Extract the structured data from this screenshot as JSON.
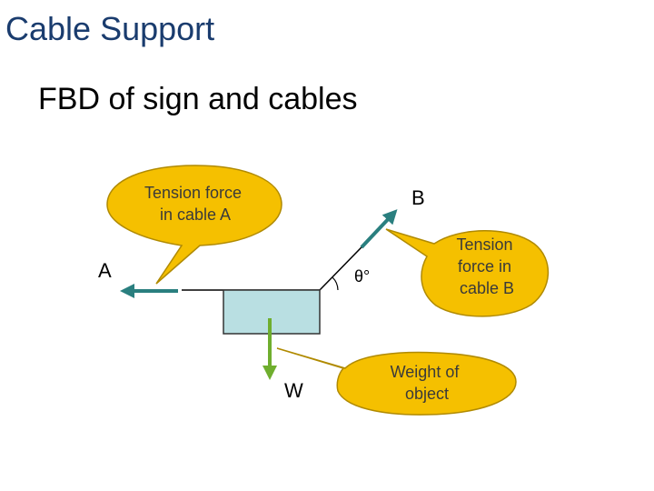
{
  "slide": {
    "title": "Cable Support",
    "subtitle": "FBD of sign and cables"
  },
  "labels": {
    "a": "A",
    "b": "B",
    "w": "W",
    "theta": "θ°"
  },
  "callouts": {
    "tension_a": [
      "Tension force",
      "in cable A"
    ],
    "tension_b": [
      "Tension",
      "force in",
      "cable B"
    ],
    "weight": [
      "Weight of",
      "object"
    ]
  },
  "colors": {
    "callout_fill": "#f5c000",
    "callout_stroke": "#b08a00",
    "arrow": "#2a7f7f",
    "weight_arrow": "#6fae2e",
    "sign_fill": "#b9dfe2",
    "title": "#1a3c6e"
  }
}
